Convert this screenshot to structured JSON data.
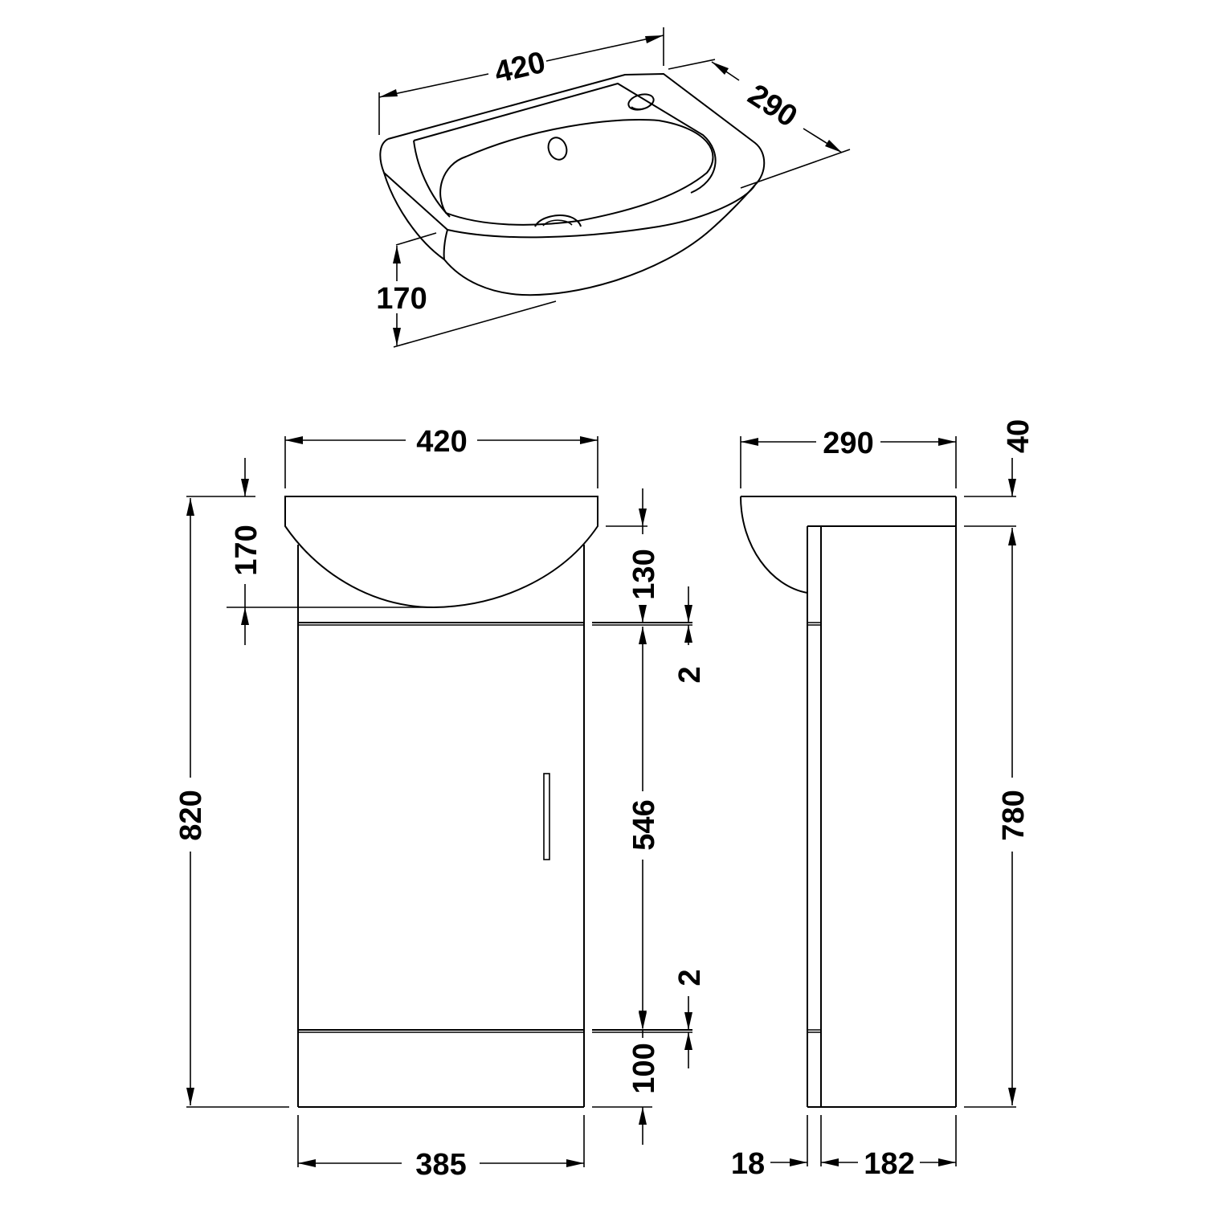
{
  "drawing": {
    "type": "technical-dimension-drawing",
    "units": "mm",
    "stroke_color": "#000000",
    "background_color": "#ffffff"
  },
  "basin_isometric": {
    "width_label": "420",
    "depth_label": "290",
    "height_label": "170"
  },
  "front_view": {
    "basin_width_label": "420",
    "basin_height_label": "170",
    "total_height_label": "820",
    "top_section_label": "130",
    "gap_top_label": "2",
    "door_height_label": "546",
    "gap_bottom_label": "2",
    "plinth_height_label": "100",
    "cabinet_width_label": "385"
  },
  "side_view": {
    "basin_depth_label": "290",
    "basin_rim_label": "40",
    "cabinet_height_label": "780",
    "door_thickness_label": "18",
    "carcass_depth_label": "182"
  }
}
